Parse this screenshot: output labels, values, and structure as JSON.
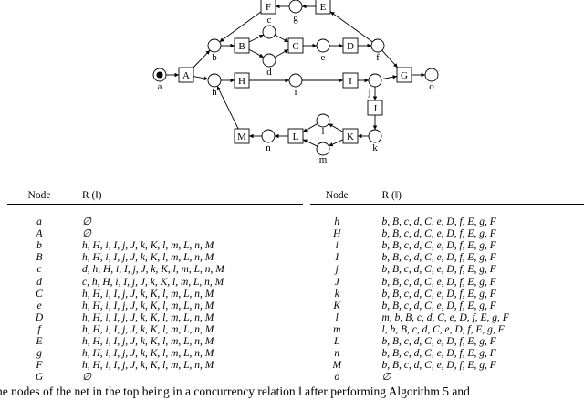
{
  "net": {
    "places": [
      "a",
      "b",
      "c",
      "d",
      "e",
      "f",
      "g",
      "h",
      "i",
      "j",
      "k",
      "l",
      "m",
      "n",
      "o"
    ],
    "transitions": [
      "A",
      "B",
      "C",
      "D",
      "E",
      "F",
      "G",
      "H",
      "I",
      "J",
      "K",
      "L",
      "M"
    ]
  },
  "table": {
    "header_node": "Node",
    "header_rel": "R (‖)",
    "left_rows": [
      {
        "node": "a",
        "rel": "∅"
      },
      {
        "node": "A",
        "rel": "∅"
      },
      {
        "node": "b",
        "rel": "h, H, i, I, j, J, k, K, l, m, L, n, M"
      },
      {
        "node": "B",
        "rel": "h, H, i, I, j, J, k, K, l, m, L, n, M"
      },
      {
        "node": "c",
        "rel": "d, h, H, i, I, j, J, k, K, l, m, L, n, M"
      },
      {
        "node": "d",
        "rel": "c, h, H, i, I, j, J, k, K, l, m, L, n, M"
      },
      {
        "node": "C",
        "rel": "h, H, i, I, j, J, k, K, l, m, L, n, M"
      },
      {
        "node": "e",
        "rel": "h, H, i, I, j, J, k, K, l, m, L, n, M"
      },
      {
        "node": "D",
        "rel": "h, H, i, I, j, J, k, K, l, m, L, n, M"
      },
      {
        "node": "f",
        "rel": "h, H, i, I, j, J, k, K, l, m, L, n, M"
      },
      {
        "node": "E",
        "rel": "h, H, i, I, j, J, k, K, l, m, L, n, M"
      },
      {
        "node": "g",
        "rel": "h, H, i, I, j, J, k, K, l, m, L, n, M"
      },
      {
        "node": "F",
        "rel": "h, H, i, I, j, J, k, K, l, m, L, n, M"
      },
      {
        "node": "G",
        "rel": "∅"
      }
    ],
    "right_rows": [
      {
        "node": "h",
        "rel": "b, B, c, d, C, e, D, f, E, g, F"
      },
      {
        "node": "H",
        "rel": "b, B, c, d, C, e, D, f, E, g, F"
      },
      {
        "node": "i",
        "rel": "b, B, c, d, C, e, D, f, E, g, F"
      },
      {
        "node": "I",
        "rel": "b, B, c, d, C, e, D, f, E, g, F"
      },
      {
        "node": "j",
        "rel": "b, B, c, d, C, e, D, f, E, g, F"
      },
      {
        "node": "J",
        "rel": "b, B, c, d, C, e, D, f, E, g, F"
      },
      {
        "node": "k",
        "rel": "b, B, c, d, C, e, D, f, E, g, F"
      },
      {
        "node": "K",
        "rel": "b, B, c, d, C, e, D, f, E, g, F"
      },
      {
        "node": "l",
        "rel": "m, b, B, c, d, C, e, D, f, E, g, F"
      },
      {
        "node": "m",
        "rel": "l, b, B, c, d, C, e, D, f, E, g, F"
      },
      {
        "node": "L",
        "rel": "b, B, c, d, C, e, D, f, E, g, F"
      },
      {
        "node": "n",
        "rel": "b, B, c, d, C, e, D, f, E, g, F"
      },
      {
        "node": "M",
        "rel": "b, B, c, d, C, e, D, f, E, g, F"
      },
      {
        "node": "o",
        "rel": "∅"
      }
    ]
  },
  "caption": "he nodes of the net in the top being in a concurrency relation ‖ after performing Algorithm 5 and"
}
